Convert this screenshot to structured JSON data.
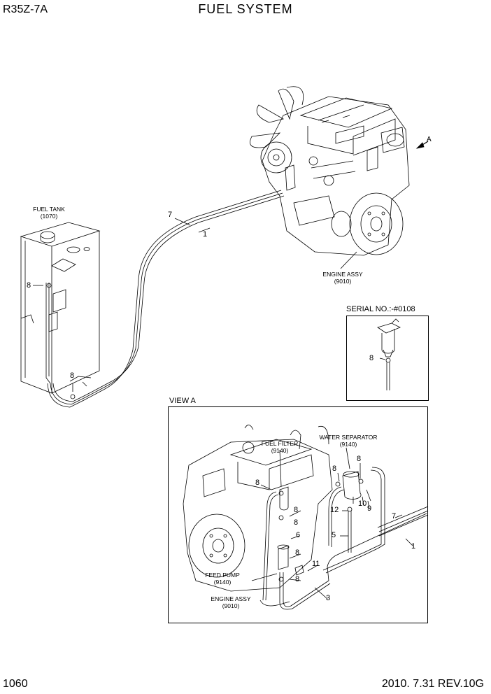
{
  "header": {
    "model": "R35Z-7A",
    "title": "FUEL SYSTEM"
  },
  "footer": {
    "page_number": "1060",
    "revision": "2010. 7.31  REV.10G"
  },
  "main_view": {
    "fuel_tank": {
      "name": "FUEL TANK",
      "code": "(1070)"
    },
    "engine": {
      "name": "ENGINE ASSY",
      "code": "(9010)"
    },
    "view_arrow": "A",
    "callouts": [
      "7",
      "1",
      "8",
      "8"
    ]
  },
  "serial_inset": {
    "heading": "SERIAL NO.:-#0108",
    "callouts": [
      "8"
    ]
  },
  "view_a": {
    "heading": "VIEW A",
    "fuel_filter": {
      "name": "FUEL FILTER",
      "code": "(9140)"
    },
    "water_separator": {
      "name": "WATER SEPARATOR",
      "code": "(9140)"
    },
    "feed_pump": {
      "name": "FEED PUMP",
      "code": "(9140)"
    },
    "engine": {
      "name": "ENGINE ASSY",
      "code": "(9010)"
    },
    "callouts": [
      "8",
      "8",
      "8",
      "8",
      "8",
      "8",
      "8",
      "12",
      "10",
      "9",
      "7",
      "1",
      "5",
      "6",
      "11",
      "3"
    ]
  }
}
